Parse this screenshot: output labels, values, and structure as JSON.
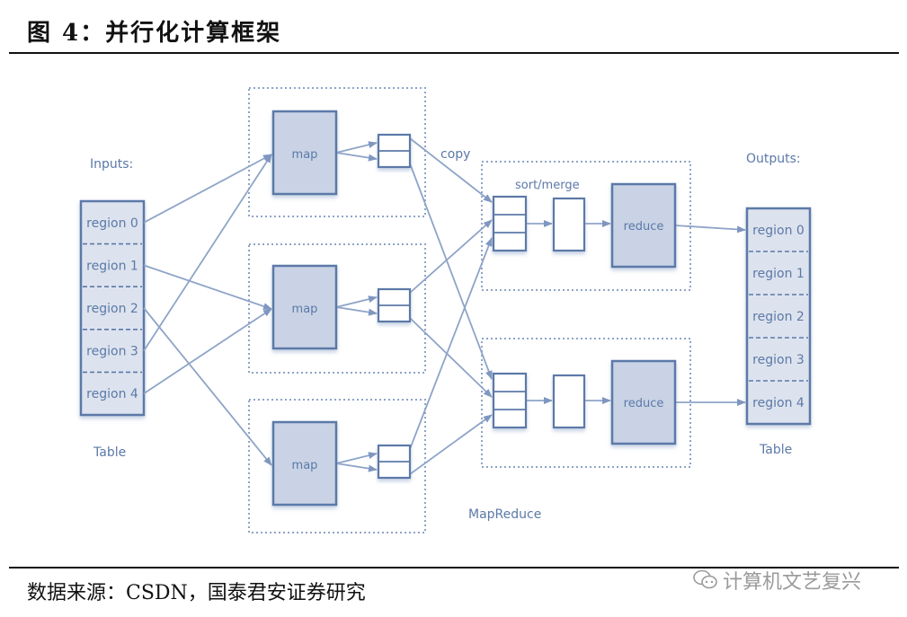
{
  "title": "图 4：并行化计算框架",
  "source": "数据来源：CSDN，国泰君安证券研究",
  "watermark": {
    "icon": "wechat-icon",
    "text": "计算机文艺复兴"
  },
  "diagram": {
    "inputs_label": "Inputs:",
    "outputs_label": "Outputs:",
    "input_table_label": "Table",
    "output_table_label": "Table",
    "input_regions": [
      "region 0",
      "region 1",
      "region 2",
      "region 3",
      "region 4"
    ],
    "output_regions": [
      "region 0",
      "region 1",
      "region 2",
      "region 3",
      "region 4"
    ],
    "map_label": "map",
    "map_count": 3,
    "copy_label": "copy",
    "sort_merge_label": "sort/merge",
    "reduce_label": "reduce",
    "reduce_count": 2,
    "mapreduce_label": "MapReduce",
    "colors": {
      "box_fill": "#c9d3e5",
      "stroke": "#5b79a8",
      "line": "#8ea4c8",
      "region_fill": "#dde3ee"
    },
    "edges": [
      {
        "from": "region 0",
        "to": "map 1"
      },
      {
        "from": "region 3",
        "to": "map 1"
      },
      {
        "from": "region 1",
        "to": "map 2"
      },
      {
        "from": "region 4",
        "to": "map 2"
      },
      {
        "from": "region 2",
        "to": "map 3"
      },
      {
        "from": "map 1 partition 1",
        "to": "reduce 1"
      },
      {
        "from": "map 1 partition 2",
        "to": "reduce 2"
      },
      {
        "from": "map 2 partition 1",
        "to": "reduce 1"
      },
      {
        "from": "map 2 partition 2",
        "to": "reduce 2"
      },
      {
        "from": "map 3 partition 1",
        "to": "reduce 1"
      },
      {
        "from": "map 3 partition 2",
        "to": "reduce 2"
      },
      {
        "from": "reduce 1",
        "to": "output region 0"
      },
      {
        "from": "reduce 2",
        "to": "output region 4"
      }
    ]
  }
}
